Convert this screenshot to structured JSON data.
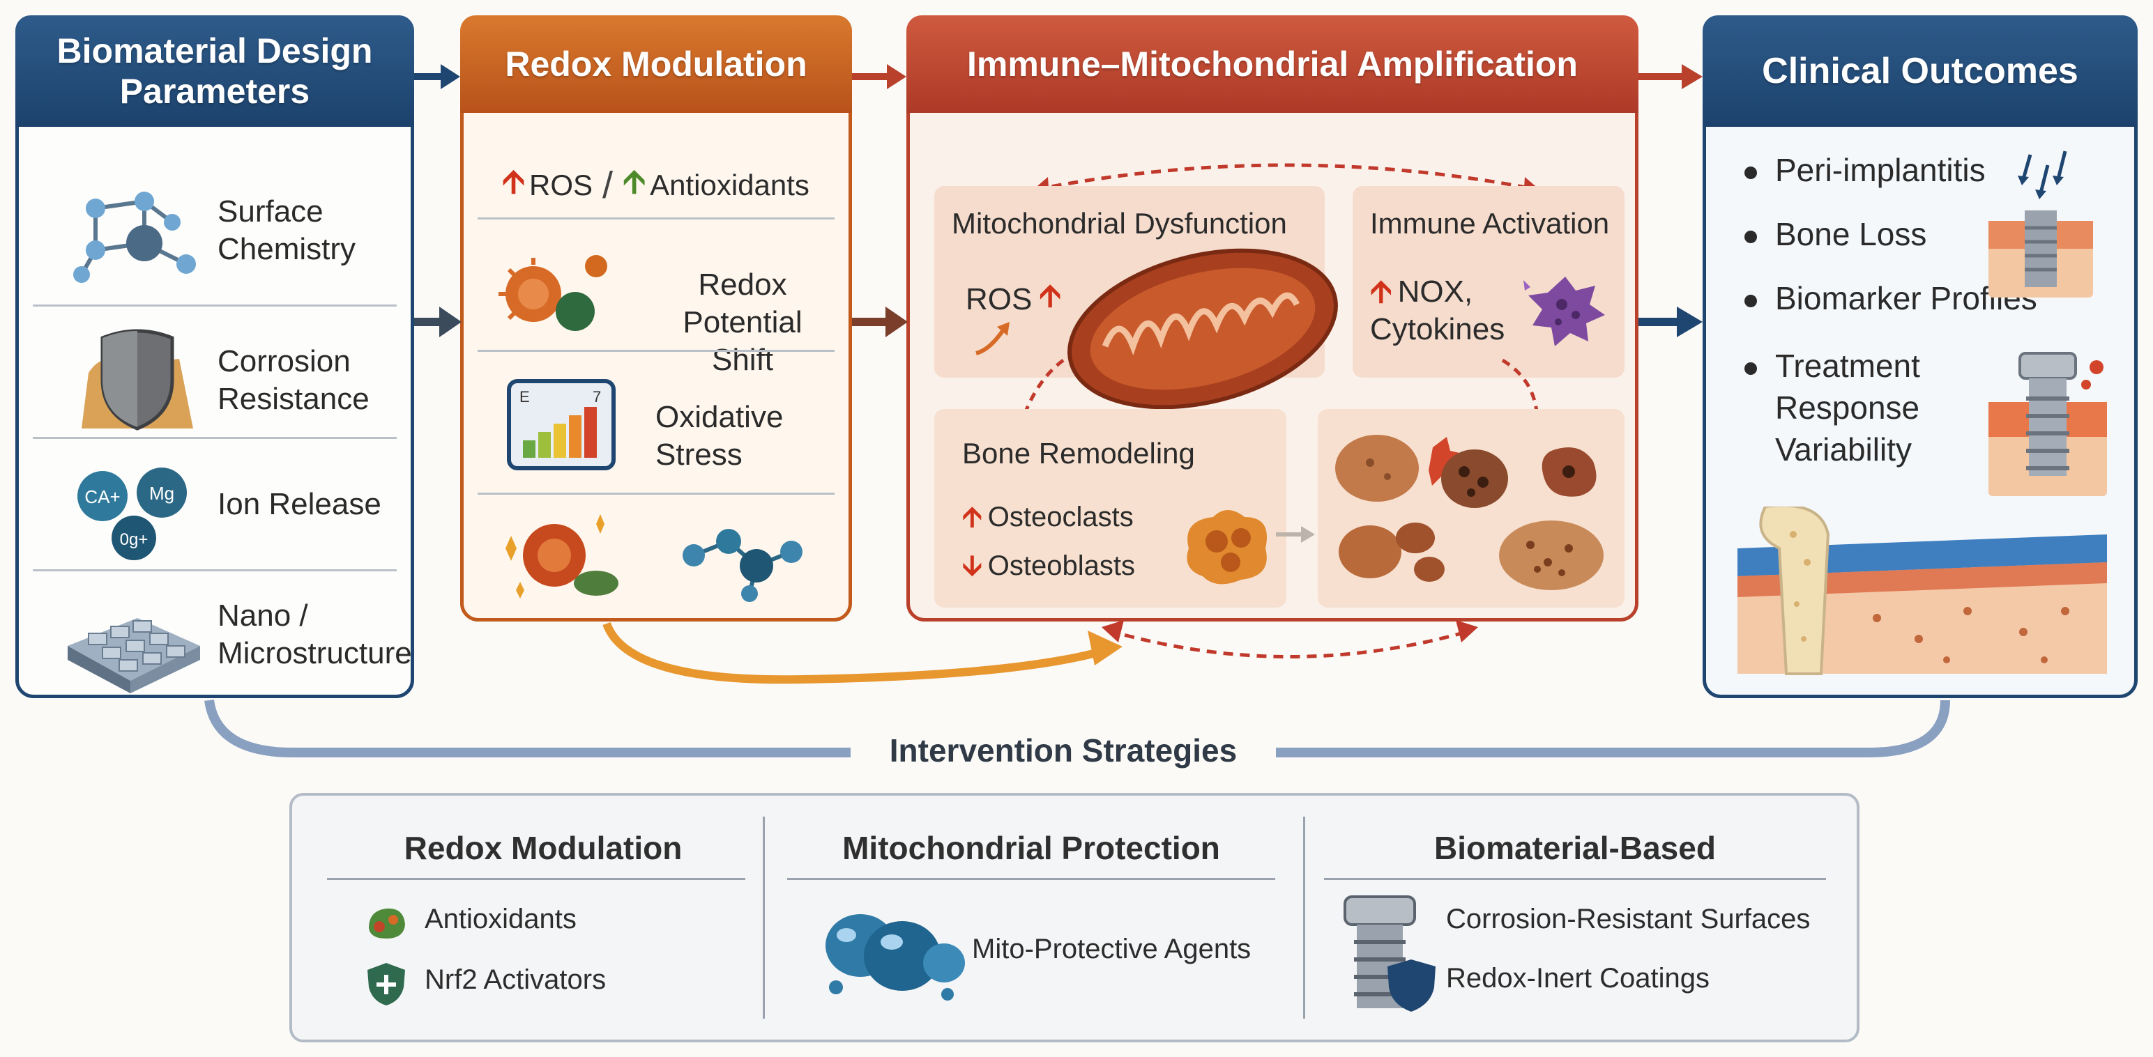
{
  "panels": {
    "design": {
      "title_line1": "Biomaterial Design",
      "title_line2": "Parameters",
      "items": [
        {
          "line1": "Surface",
          "line2": "Chemistry",
          "icon": "molecule-icon"
        },
        {
          "line1": "Corrosion",
          "line2": "Resistance",
          "icon": "shield-icon"
        },
        {
          "line1": "Ion Release",
          "line2": "",
          "icon": "ions-icon",
          "ion_labels": [
            "CA+",
            "Mg",
            "0g+"
          ]
        },
        {
          "line1": "Nano /",
          "line2": "Microstructure",
          "icon": "nanostructure-icon"
        }
      ]
    },
    "redox": {
      "title": "Redox Modulation",
      "ros_label": "ROS",
      "antioxidants_label": "Antioxidants",
      "items": [
        {
          "line1": "Redox",
          "line2": "Potential Shift",
          "icon": "particles-icon"
        },
        {
          "line1": "Oxidative",
          "line2": "Stress",
          "icon": "bar-gauge-icon",
          "gauge_labels": [
            "E",
            "7"
          ]
        }
      ]
    },
    "amplification": {
      "title": "Immune–Mitochondrial Amplification",
      "mito": {
        "title": "Mitochondrial Dysfunction",
        "ros": "ROS"
      },
      "immune": {
        "title": "Immune Activation",
        "line1": "NOX,",
        "line2": "Cytokines"
      },
      "bone": {
        "title": "Bone Remodeling",
        "osteoclasts": "Osteoclasts",
        "osteoblasts": "Osteoblasts"
      }
    },
    "outcomes": {
      "title": "Clinical Outcomes",
      "items": [
        "Peri-implantitis",
        "Bone Loss",
        "Biomarker Profiles"
      ],
      "treatment": [
        "Treatment",
        "Response",
        "Variability"
      ]
    }
  },
  "intervention": {
    "title": "Intervention Strategies",
    "columns": [
      {
        "title": "Redox Modulation",
        "items": [
          "Antioxidants",
          "Nrf2 Activators"
        ]
      },
      {
        "title": "Mitochondrial Protection",
        "items": [
          "Mito-Protective Agents"
        ]
      },
      {
        "title": "Biomaterial-Based",
        "items": [
          "Corrosion-Resistant Surfaces",
          "Redox-Inert Coatings"
        ]
      }
    ]
  },
  "colors": {
    "navy": "#1f4670",
    "orange": "#c15a1a",
    "brick": "#b9412c",
    "up_arrow": "#d0321a",
    "green_arrow": "#4f8a2a"
  }
}
